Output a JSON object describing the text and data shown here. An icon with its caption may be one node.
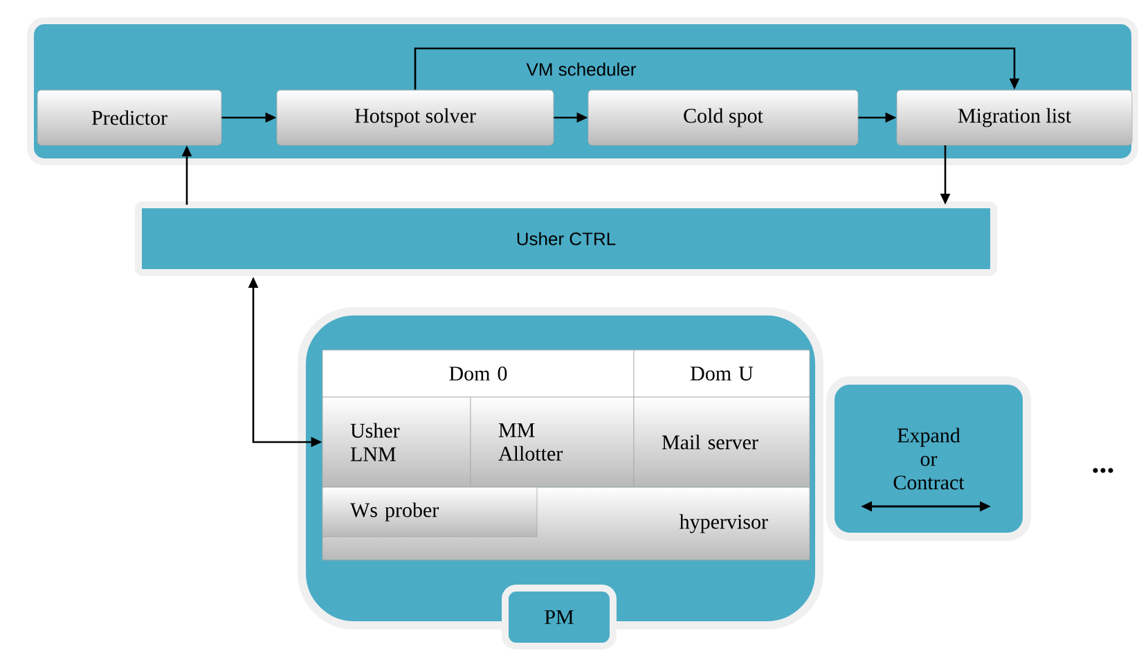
{
  "diagram": {
    "nodes": [
      {
        "text": [
          "VM scheduler"
        ]
      },
      {
        "text": [
          "Predictor"
        ],
        "in": 0
      },
      {
        "text": [
          "Hotspot solver"
        ],
        "in": 0
      },
      {
        "text": [
          "Cold spot"
        ],
        "in": 0
      },
      {
        "text": [
          "Migration list"
        ],
        "in": 0
      },
      {
        "text": [
          "Usher CTRL"
        ]
      },
      {
        "text": [
          "PM"
        ]
      },
      {
        "text": [
          "Dom 0"
        ],
        "in": 6
      },
      {
        "text": [
          "Dom U"
        ],
        "in": 6
      },
      {
        "text": [
          "Usher LNM"
        ],
        "in": 6
      },
      {
        "text": [
          "MM Allotter"
        ],
        "in": 6
      },
      {
        "text": [
          "Mail server"
        ],
        "in": 6
      },
      {
        "text": [
          "hypervisor"
        ],
        "in": 6
      },
      {
        "text": [
          "Ws prober"
        ],
        "in": 12
      },
      {
        "text": [
          "Expand or Contract"
        ]
      }
    ],
    "edges": [
      {
        "from": 1,
        "to": 2,
        "arrow": "to"
      },
      {
        "from": 2,
        "to": 3,
        "arrow": "to"
      },
      {
        "from": 3,
        "to": 4,
        "arrow": "to"
      },
      {
        "from": 2,
        "to": 4,
        "arrow": "to"
      },
      {
        "from": 4,
        "to": 5,
        "arrow": "to"
      },
      {
        "from": 5,
        "to": 1,
        "arrow": "to"
      },
      {
        "from": 5,
        "to": 9,
        "arrow": "both"
      }
    ],
    "labels": [
      "..."
    ]
  }
}
